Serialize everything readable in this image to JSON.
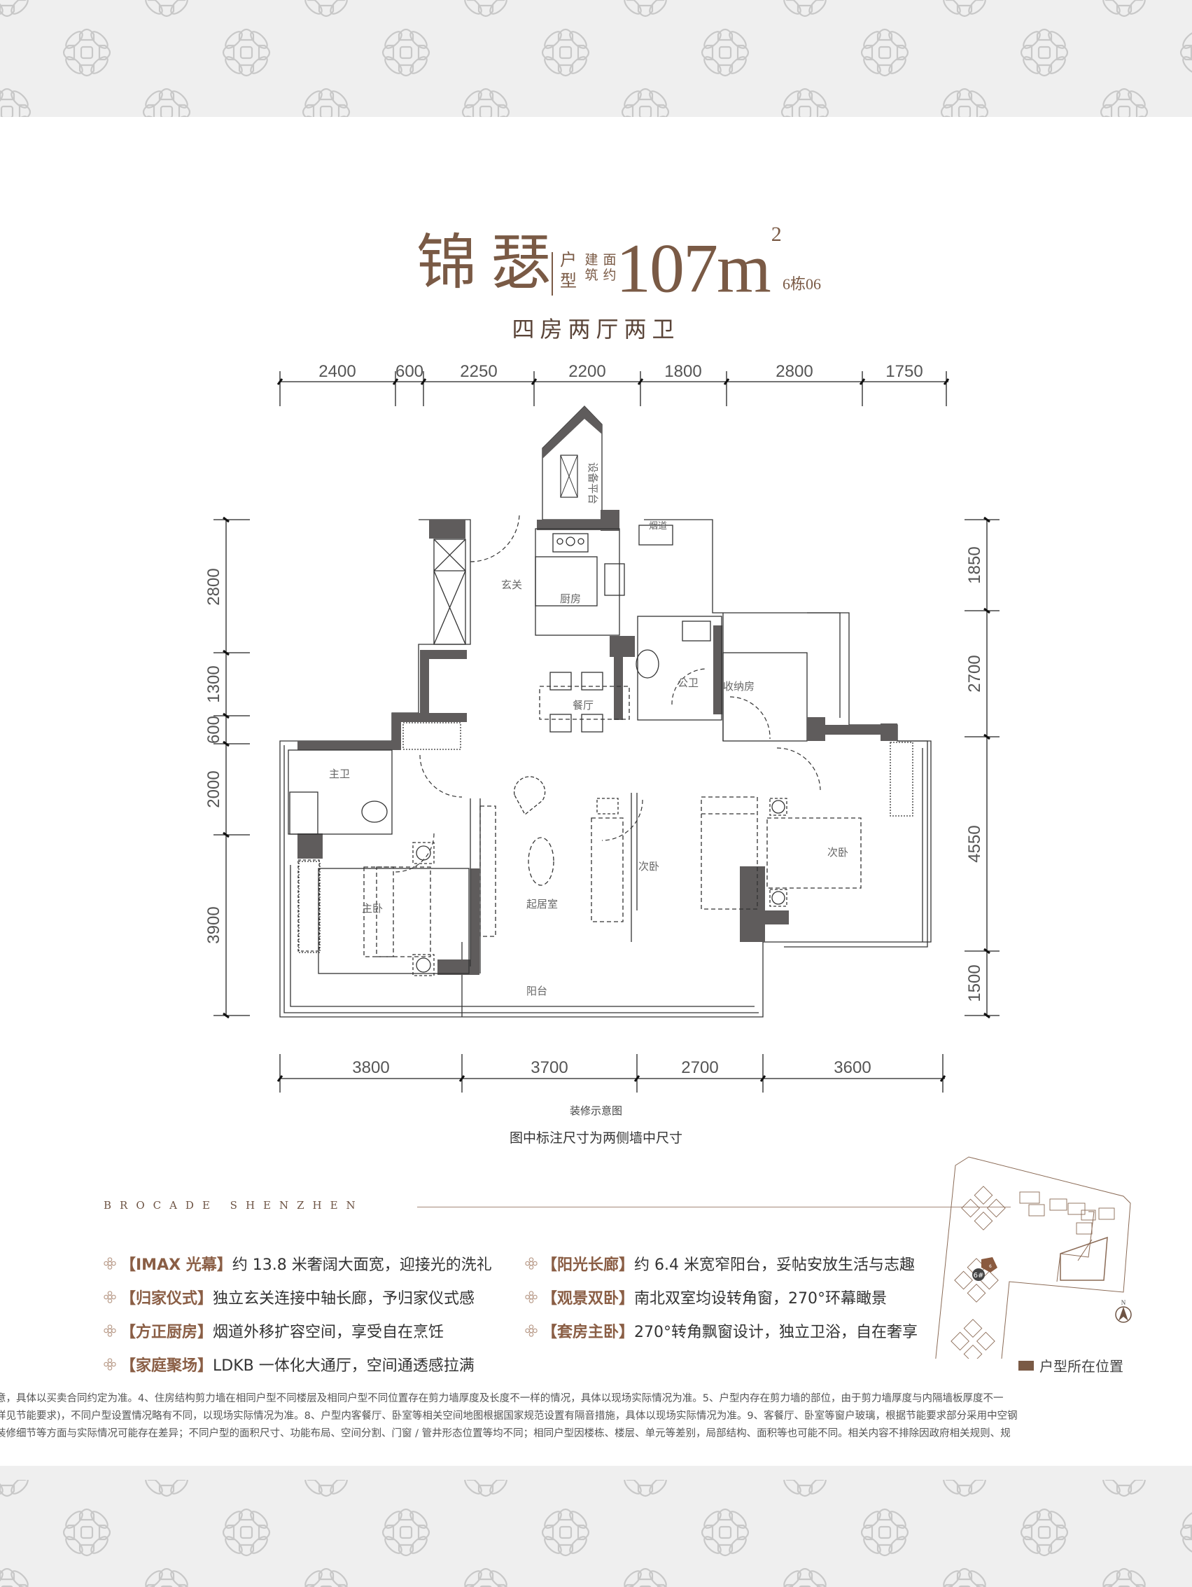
{
  "header": {
    "name": "锦瑟",
    "type_label": "户型",
    "area_label_chars": [
      "建",
      "面",
      "筑",
      "约"
    ],
    "area_value": "107m",
    "area_unit_sup": "2",
    "building": "6栋06",
    "layout": "四房两厅两卫"
  },
  "dimensions": {
    "top": [
      "2400",
      "600",
      "2250",
      "2200",
      "1800",
      "2800",
      "1750"
    ],
    "bottom": [
      "3800",
      "3700",
      "2700",
      "3600"
    ],
    "left": [
      "2800",
      "1300",
      "600",
      "2000",
      "3900"
    ],
    "right": [
      "1850",
      "2700",
      "4550",
      "1500"
    ]
  },
  "rooms": {
    "equipment_platform": "设备平台",
    "flue": "烟道",
    "entrance": "玄关",
    "kitchen": "厨房",
    "dining": "餐厅",
    "public_bath": "公卫",
    "storage": "收纳房",
    "master_bath": "主卫",
    "living": "起居室",
    "master_bedroom": "主卧",
    "second_bedroom_a": "次卧",
    "second_bedroom_b": "次卧",
    "balcony": "阳台"
  },
  "captions": {
    "decoration_note": "装修示意图",
    "dimension_note": "图中标注尺寸为两侧墙中尺寸"
  },
  "brand": "BROCADE SHENZHEN",
  "features": {
    "left": [
      {
        "tag": "【IMAX 光幕】",
        "text": "约 13.8 米奢阔大面宽，迎接光的洗礼"
      },
      {
        "tag": "【归家仪式】",
        "text": "独立玄关连接中轴长廊，予归家仪式感"
      },
      {
        "tag": "【方正厨房】",
        "text": "烟道外移扩容空间，享受自在烹饪"
      },
      {
        "tag": "【家庭聚场】",
        "text": "LDKB 一体化大通厅，空间通透感拉满"
      }
    ],
    "right": [
      {
        "tag": "【阳光长廊】",
        "text": "约 6.4 米宽窄阳台，妥帖安放生活与志趣"
      },
      {
        "tag": "【观景双卧】",
        "text": "南北双室均设转角窗，270°环幕瞰景"
      },
      {
        "tag": "【套房主卧】",
        "text": "270°转角飘窗设计，独立卫浴，自在奢享"
      }
    ]
  },
  "site_plan": {
    "building_badge": "6#",
    "unit_marker": "6",
    "north_label": "N",
    "legend": "户型所在位置"
  },
  "disclaimer": [
    "意，具体以买卖合同约定为准。4、住房结构剪力墙在相同户型不同楼层及相同户型不同位置存在剪力墙厚度及长度不一样的情况，具体以现场实际情况为准。5、户型内存在剪力墙的部位，由于剪力墙厚度与内隔墙板厚度不一",
    "详见节能要求)，不同户型设置情况略有不同，以现场实际情况为准。8、户型内客餐厅、卧室等相关空间地图根据国家规范设置有隔音措施，具体以现场实际情况为准。9、客餐厅、卧室等窗户玻璃，根据节能要求部分采用中空钢",
    "装修细节等方面与实际情况可能存在差异；不同户型的面积尺寸、功能布局、空间分割、门窗 / 管井形态位置等均不同；相同户型因楼栋、楼层、单元等差别，局部结构、面积等也可能不同。相关内容不排除因政府相关规则、规"
  ],
  "colors": {
    "brand_brown": "#7a5a45",
    "wall_gray": "#5f5c5c",
    "pattern_bg": "#efefef",
    "pattern_line": "#c8c8c8"
  }
}
